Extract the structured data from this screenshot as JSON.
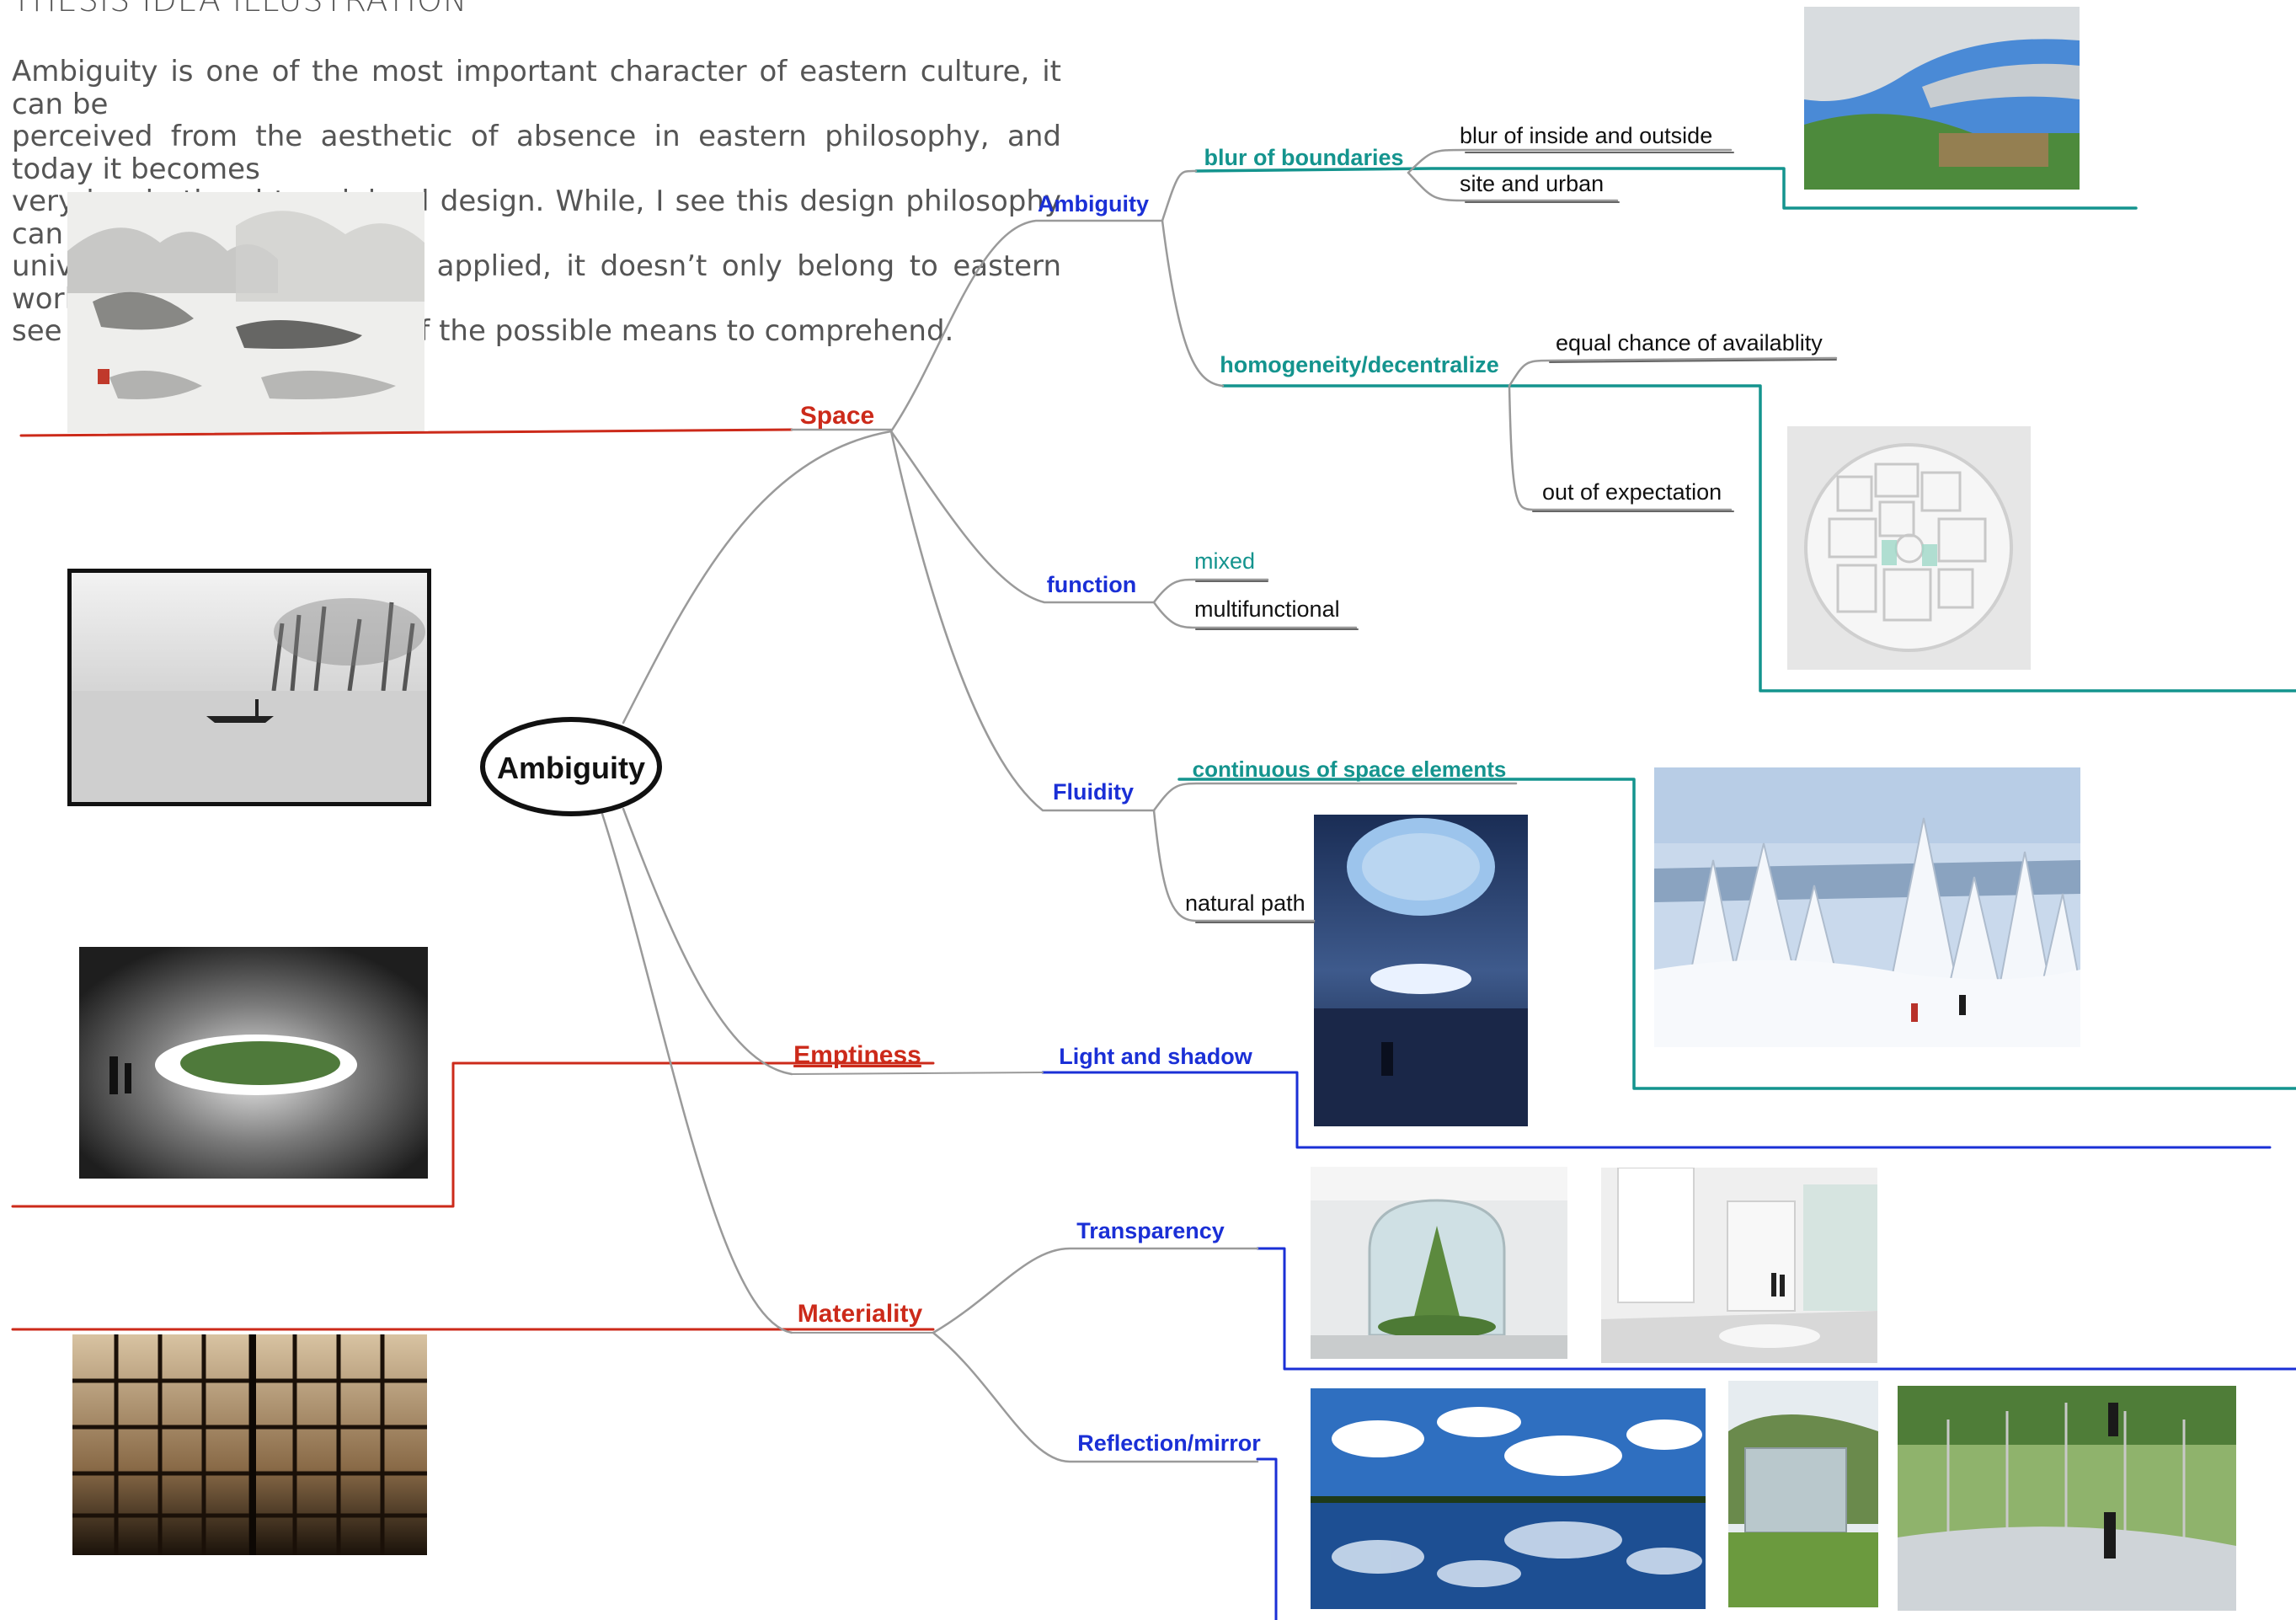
{
  "header": {
    "title": "THESIS IDEA ILLUSTRATION",
    "intro_lines": [
      "Ambiguity is one of the most important character of eastern culture, it can be",
      "perceived from the aesthetic of absence in eastern philosophy, and today it becomes",
      "very inspirational to minimal design. While, I see this design philosophy can be",
      "universally appreciated and applied, it doesn’t only belong to eastern world, the way I",
      "see and design is only one of the possible means to comprehend."
    ]
  },
  "colors": {
    "red": "#cc2a1a",
    "blue": "#1a2fd6",
    "teal": "#14948e",
    "gray_branch": "#9a9a9a",
    "black": "#111111"
  },
  "mindmap": {
    "root": "Ambiguity",
    "branches": {
      "space": {
        "label": "Space",
        "children": {
          "ambiguity": {
            "label": "Ambiguity",
            "children": {
              "blur": {
                "label": "blur of boundaries",
                "leaves": [
                  "blur of inside and outside",
                  "site and urban"
                ]
              },
              "homo": {
                "label": "homogeneity/decentralize",
                "leaves": [
                  "equal chance of availablity",
                  "out of expectation"
                ]
              }
            }
          },
          "function": {
            "label": "function",
            "leaves": [
              "mixed",
              "multifunctional"
            ]
          },
          "fluidity": {
            "label": "Fluidity",
            "sub": "continuous of space elements",
            "leaf": "natural path"
          }
        }
      },
      "emptiness": {
        "label": "Emptiness",
        "child": "Light and shadow"
      },
      "materiality": {
        "label": "Materiality",
        "children": [
          "Transparency",
          "Reflection/mirror"
        ]
      }
    }
  },
  "photos": [
    {
      "name": "ink-landscape-painting-photo",
      "icon": "ink-wash-landscape"
    },
    {
      "name": "misty-river-boat-photo",
      "icon": "misty-river-with-boat"
    },
    {
      "name": "cave-opening-photo",
      "icon": "cave-opening-with-figures"
    },
    {
      "name": "shoji-screen-photo",
      "icon": "paper-screen-window-grid"
    },
    {
      "name": "canopy-building-photo",
      "icon": "curved-canopy-building"
    },
    {
      "name": "circular-model-photo",
      "icon": "circular-cell-model"
    },
    {
      "name": "skylight-room-photo",
      "icon": "round-skylight-room"
    },
    {
      "name": "snowy-forest-photo",
      "icon": "snow-covered-forest"
    },
    {
      "name": "curved-glass-courtyard-photo",
      "icon": "curved-glass-courtyard"
    },
    {
      "name": "white-gallery-interior-photo",
      "icon": "white-gallery-interior"
    },
    {
      "name": "lake-cloud-reflection-photo",
      "icon": "lake-cloud-reflection"
    },
    {
      "name": "mirror-box-garden-photo",
      "icon": "mirrored-pavilion-garden"
    },
    {
      "name": "mirror-ceiling-pavilion-photo",
      "icon": "mirror-ceiling-pavilion"
    }
  ]
}
